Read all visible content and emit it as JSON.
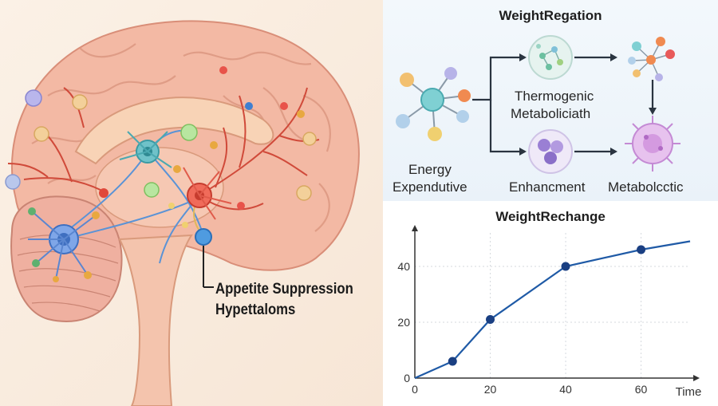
{
  "brain": {
    "label_line1": "Appetite Suppression",
    "label_line2": "Hypettaloms"
  },
  "diagram": {
    "title": "WeightRegation",
    "nodes": {
      "left_line1": "Energy",
      "left_line2": "Expendutive",
      "top_line1": "Thermogenic",
      "top_line2": "Metaboliciath",
      "bottom": "Enhancment",
      "right": "Metabolcctic"
    }
  },
  "chart_data": {
    "type": "line",
    "title": "WeightRechange",
    "xlabel": "Time",
    "ylabel": "",
    "x_ticks": [
      0,
      20,
      40,
      60
    ],
    "y_ticks": [
      0,
      20,
      40
    ],
    "xlim": [
      0,
      73
    ],
    "ylim": [
      0,
      52
    ],
    "grid": true,
    "series": [
      {
        "x": [
          0,
          10,
          20,
          40,
          60,
          73
        ],
        "y": [
          0,
          6,
          21,
          40,
          46,
          49
        ],
        "markers": [
          10,
          20,
          40,
          60
        ],
        "color": "#1f5aa6"
      }
    ]
  }
}
